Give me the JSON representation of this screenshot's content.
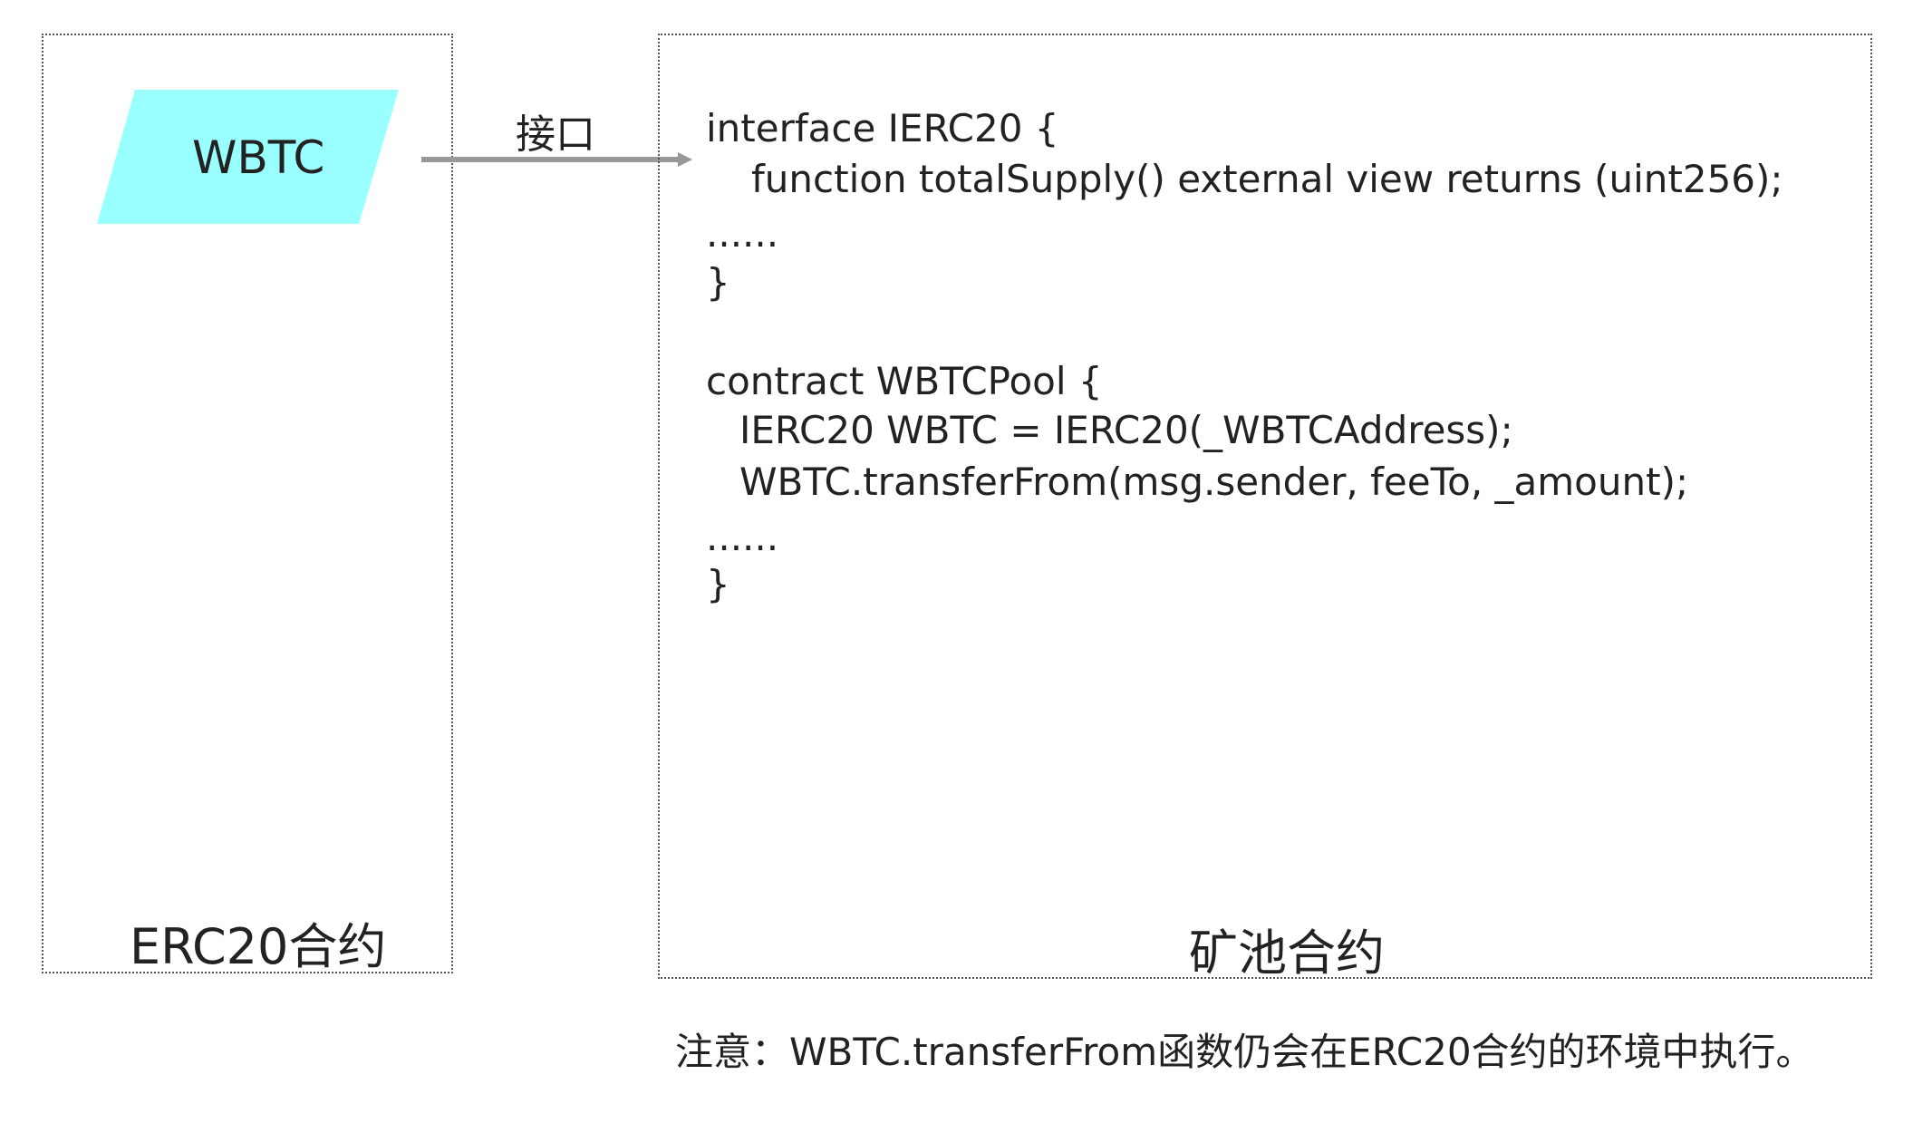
{
  "erc20_box": {
    "label": "ERC20合约"
  },
  "token": {
    "label": "WBTC",
    "color": "#99ffff"
  },
  "arrow": {
    "label": "接口",
    "color": "#999999"
  },
  "pool_box": {
    "label": "矿池合约",
    "code_lines": [
      "interface IERC20 {",
      "function totalSupply() external view returns (uint256);",
      "......",
      "}",
      "contract WBTCPool {",
      "IERC20 WBTC = IERC20(_WBTCAddress);",
      "WBTC.transferFrom(msg.sender, feeTo, _amount);",
      "......",
      "}"
    ]
  },
  "note": "注意：WBTC.transferFrom函数仍会在ERC20合约的环境中执行。"
}
